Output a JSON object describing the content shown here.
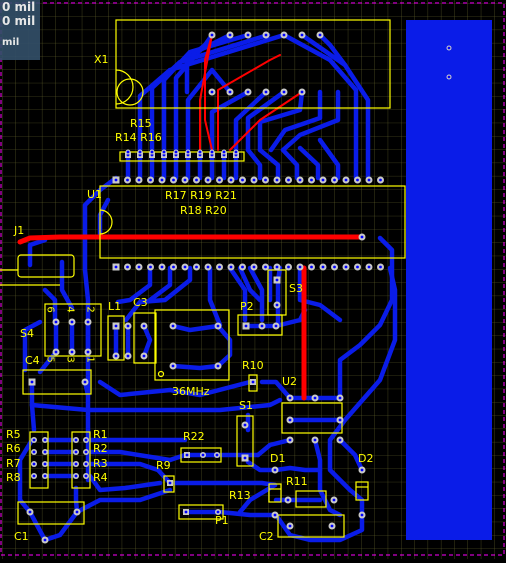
{
  "hud": {
    "line1": "0 mil",
    "line2": "0 mil",
    "line3": "mil"
  },
  "colors": {
    "background": "#000000",
    "grid": "#6b6b2f",
    "silkscreen": "#ffff00",
    "trace_bottom": "#0a1ce8",
    "trace_top": "#ff0000",
    "pad": "#c8c8c8",
    "hole": "#0000ff",
    "board_edge": "#ff00ff"
  },
  "labels": {
    "x1": "X1",
    "r15": "R15",
    "r14r16": "R14 R16",
    "u1": "U1",
    "r17r19r21": "R17 R19 R21",
    "r18r20": "R18 R20",
    "j1": "J1",
    "l1": "L1",
    "c3": "C3",
    "p2": "P2",
    "s3": "S3",
    "s4": "S4",
    "c4": "C4",
    "xtal": "36MHz",
    "r10": "R10",
    "u2": "U2",
    "s1": "S1",
    "r1": "R1",
    "r2": "R2",
    "r3": "R3",
    "r4": "R4",
    "r5": "R5",
    "r6": "R6",
    "r7": "R7",
    "r8": "R8",
    "r22": "R22",
    "r9": "R9",
    "d1": "D1",
    "d2": "D2",
    "r11": "R11",
    "r13": "R13",
    "p1": "P1",
    "c1": "C1",
    "c2": "C2",
    "s4_pin6": "6",
    "s4_pin4": "4",
    "s4_pin2": "2",
    "s4_pin5": "5",
    "s4_pin3": "3",
    "s4_pin1": "1"
  }
}
